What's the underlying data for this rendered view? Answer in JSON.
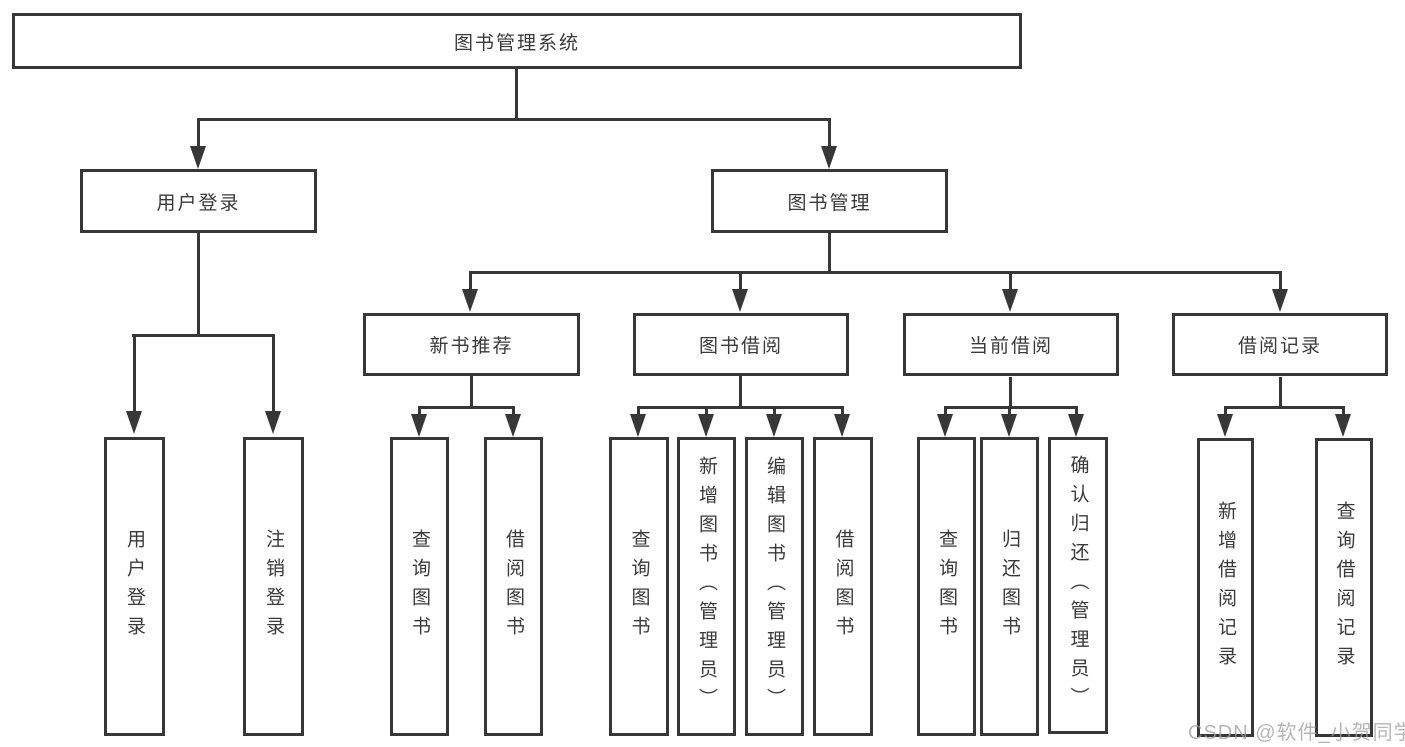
{
  "diagram": {
    "root": {
      "label": "图书管理系统",
      "children": [
        {
          "label": "用户登录",
          "children": [
            {
              "label": "用户登录"
            },
            {
              "label": "注销登录"
            }
          ]
        },
        {
          "label": "图书管理",
          "children": [
            {
              "label": "新书推荐",
              "children": [
                {
                  "label": "查询图书"
                },
                {
                  "label": "借阅图书"
                }
              ]
            },
            {
              "label": "图书借阅",
              "children": [
                {
                  "label": "查询图书"
                },
                {
                  "label": "新增图书（管理员）"
                },
                {
                  "label": "编辑图书（管理员）"
                },
                {
                  "label": "借阅图书"
                }
              ]
            },
            {
              "label": "当前借阅",
              "children": [
                {
                  "label": "查询图书"
                },
                {
                  "label": "归还图书"
                },
                {
                  "label": "确认归还（管理员）"
                }
              ]
            },
            {
              "label": "借阅记录",
              "children": [
                {
                  "label": "新增借阅记录"
                },
                {
                  "label": "查询借阅记录"
                }
              ]
            }
          ]
        }
      ]
    }
  },
  "watermark": {
    "text": "CSDN @软件_小贺同学"
  },
  "colors": {
    "line": "#373737",
    "text": "#3a3a3a",
    "background": "#ffffff",
    "watermark": "#9e9e9e"
  }
}
